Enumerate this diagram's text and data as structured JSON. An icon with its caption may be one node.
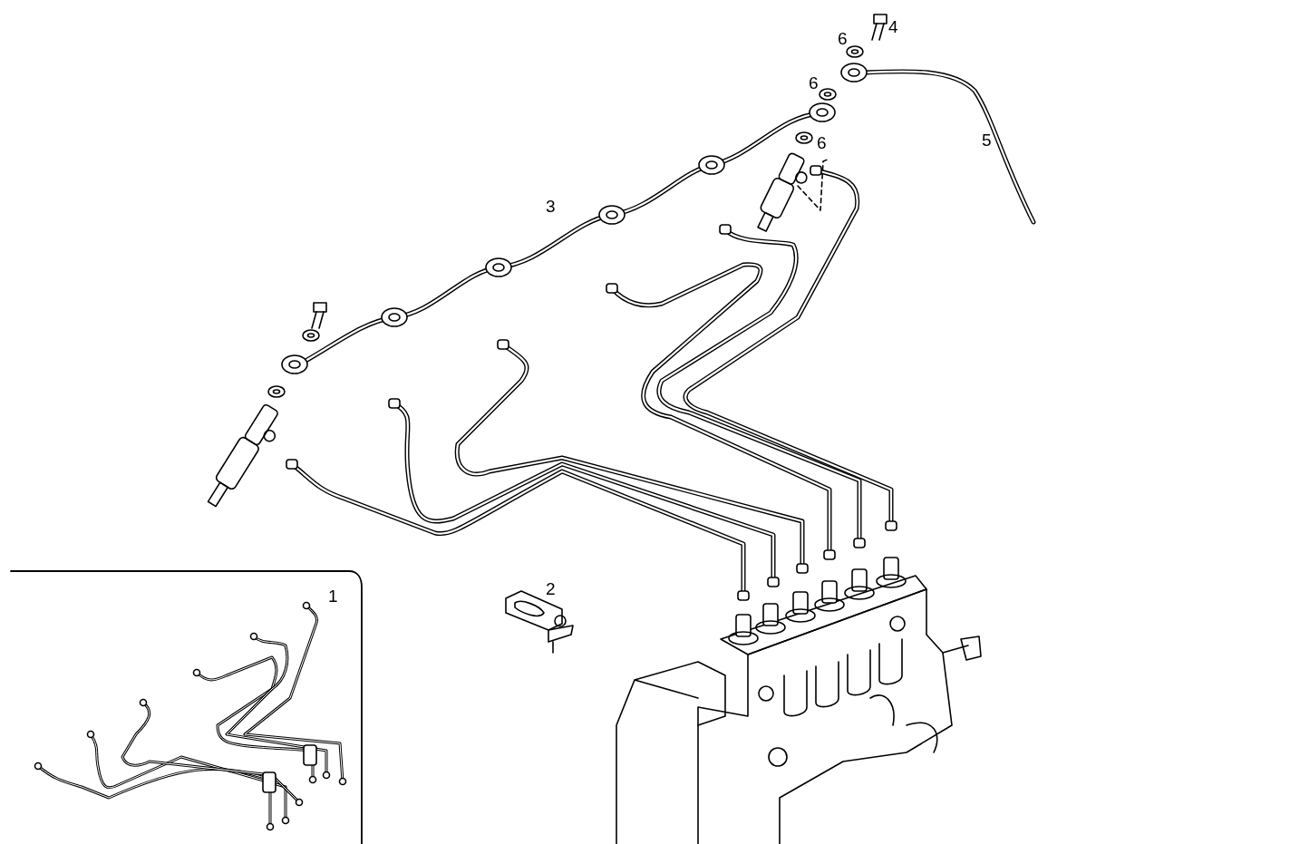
{
  "diagram": {
    "labels": [
      "4",
      "6",
      "6",
      "5",
      "6",
      "3",
      "2",
      "1"
    ]
  }
}
